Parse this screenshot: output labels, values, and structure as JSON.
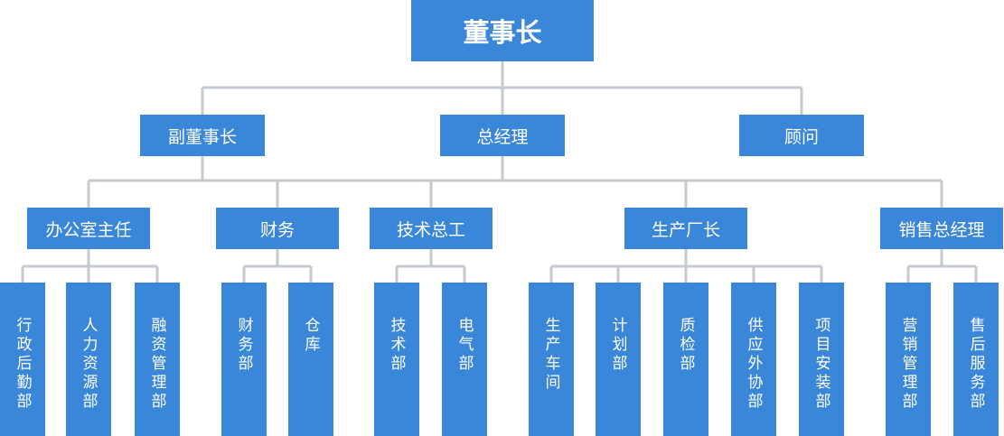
{
  "colors": {
    "node_blue": "#3a86d8",
    "connector_gray": "#c5cbd0",
    "label_white": "#ffffff"
  },
  "org": {
    "root": {
      "label": "董事长"
    },
    "level2": [
      {
        "label": "副董事长"
      },
      {
        "label": "总经理"
      },
      {
        "label": "顾问"
      }
    ],
    "level3": [
      {
        "label": "办公室主任",
        "children": [
          {
            "label": "行政后勤部"
          },
          {
            "label": "人力资源部"
          },
          {
            "label": "融资管理部"
          }
        ]
      },
      {
        "label": "财务",
        "children": [
          {
            "label": "财务部"
          },
          {
            "label": "仓库"
          }
        ]
      },
      {
        "label": "技术总工",
        "children": [
          {
            "label": "技术部"
          },
          {
            "label": "电气部"
          }
        ]
      },
      {
        "label": "生产厂长",
        "children": [
          {
            "label": "生产车间"
          },
          {
            "label": "计划部"
          },
          {
            "label": "质检部"
          },
          {
            "label": "供应外协部"
          },
          {
            "label": "项目安装部"
          }
        ]
      },
      {
        "label": "销售总经理",
        "children": [
          {
            "label": "营销管理部"
          },
          {
            "label": "售后服务部"
          }
        ]
      }
    ]
  }
}
